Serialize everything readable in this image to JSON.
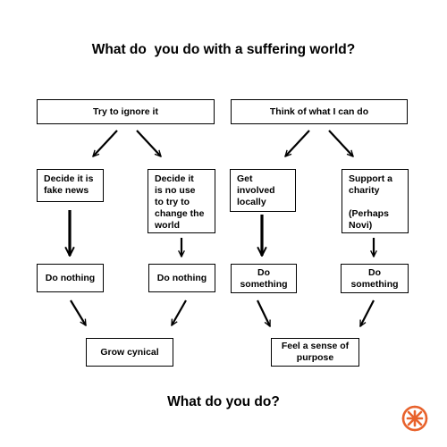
{
  "title": "What do  you do with a suffering world?",
  "footer_question": "What do you do?",
  "boxes": {
    "ignore": "Try to ignore it",
    "think": "Think of what I can do",
    "fake_news": "Decide it is\nfake news",
    "no_use": "Decide it\nis no use\nto try to\nchange the\nworld",
    "get_involved": "Get\ninvolved\nlocally",
    "charity": "Support a\ncharity\n\n(Perhaps\nNovi)",
    "do_nothing_1": "Do nothing",
    "do_nothing_2": "Do nothing",
    "do_something_1": "Do\nsomething",
    "do_something_2": "Do\nsomething",
    "grow_cynical": "Grow cynical",
    "purpose": "Feel a sense of\npurpose"
  },
  "colors": {
    "text": "#000000",
    "background": "#ffffff",
    "logo": "#e8622c"
  },
  "logo_icon": "novi-logo-icon"
}
